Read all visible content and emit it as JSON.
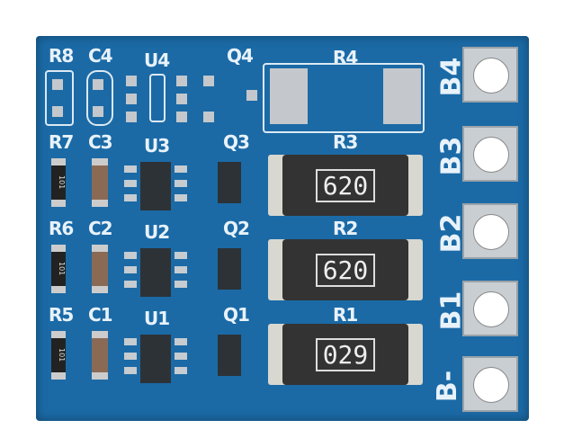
{
  "board": {
    "rows": [
      {
        "r": "R8",
        "c": "C4",
        "u": "U4",
        "q": "Q4",
        "rl": "R4",
        "b": "B4"
      },
      {
        "r": "R7",
        "c": "C3",
        "u": "U3",
        "q": "Q3",
        "rl": "R3",
        "b": "B3",
        "mark": "620",
        "small": "101"
      },
      {
        "r": "R6",
        "c": "C2",
        "u": "U2",
        "q": "Q2",
        "rl": "R2",
        "b": "B2",
        "mark": "620",
        "small": "101"
      },
      {
        "r": "R5",
        "c": "C1",
        "u": "U1",
        "q": "Q1",
        "rl": "R1",
        "b": "B1",
        "mark": "029",
        "small": "101"
      }
    ],
    "bminus": "B-",
    "colors": {
      "pcb": "#1b6aa6",
      "silk": "#e8f2fa",
      "pad": "#c9ced2"
    }
  }
}
